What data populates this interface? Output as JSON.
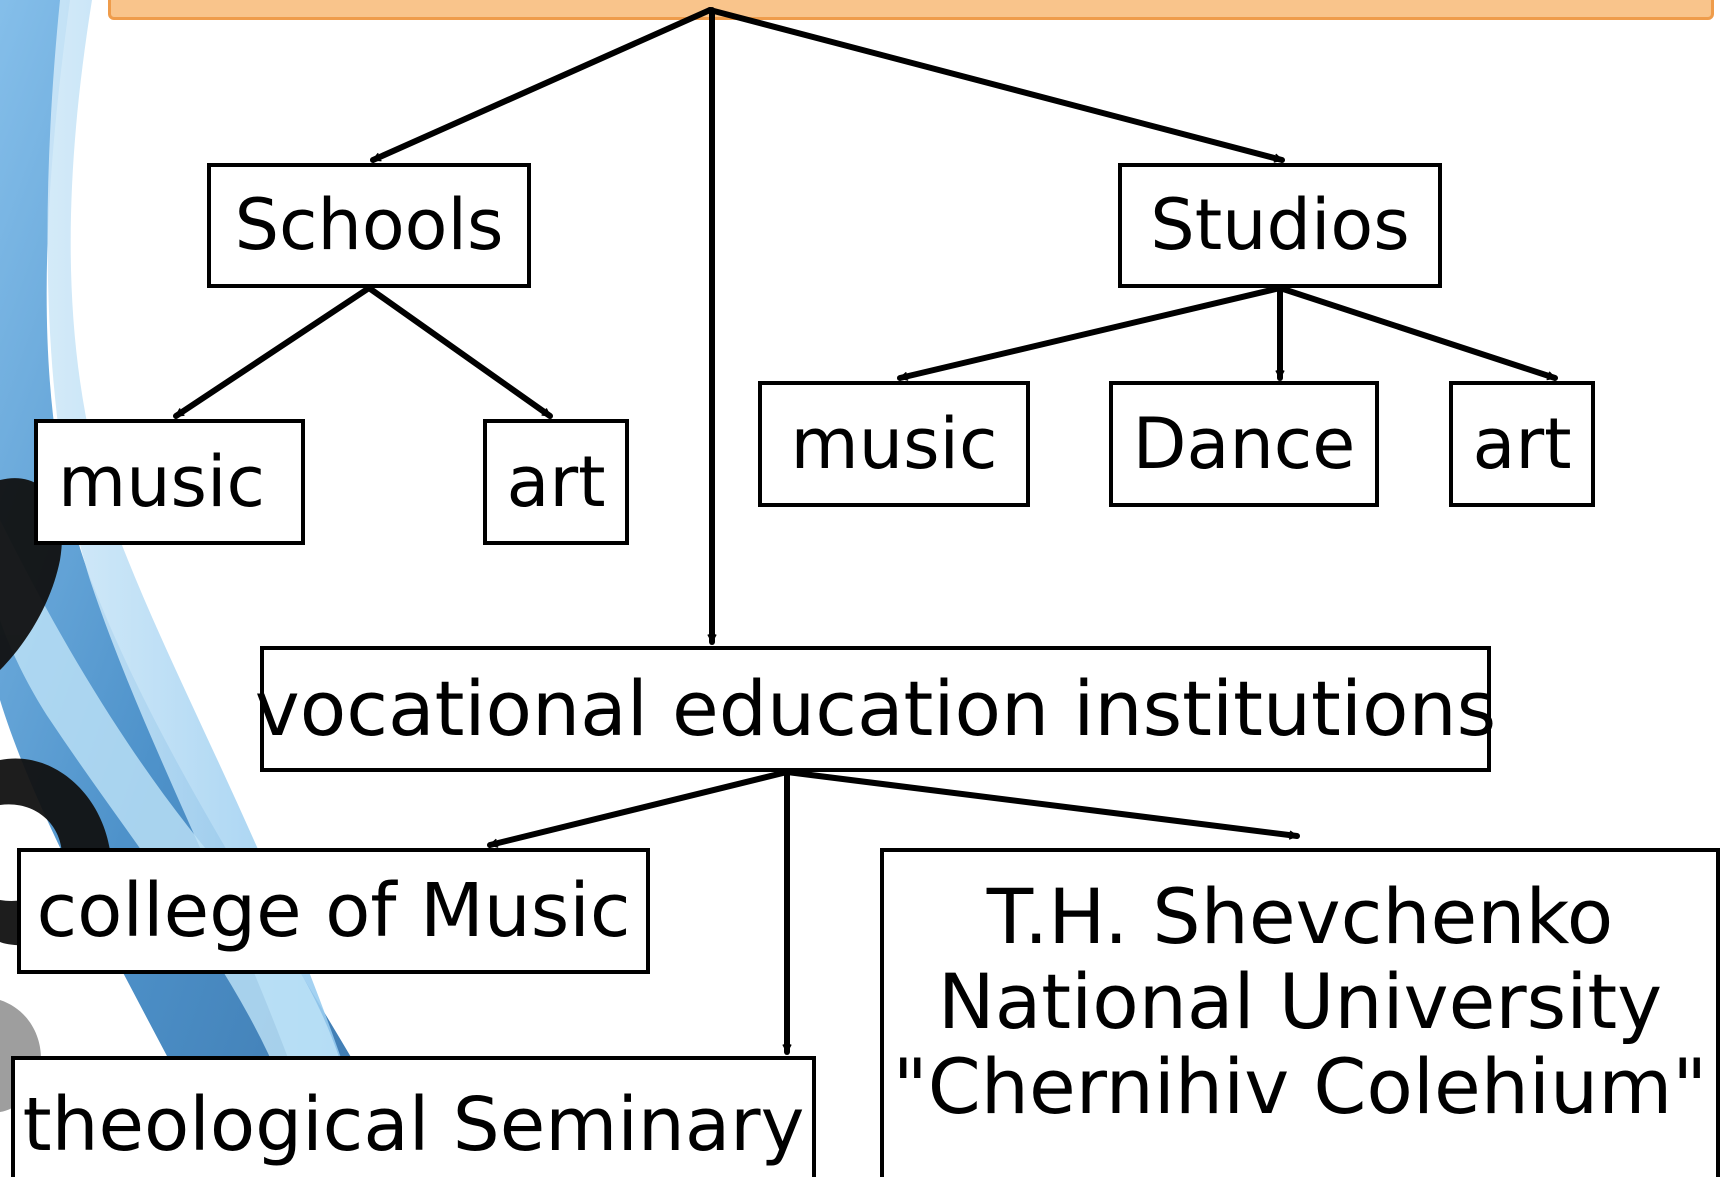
{
  "diagram": {
    "nodes": {
      "schools": "Schools",
      "studios": "Studios",
      "schools_music": "music",
      "schools_art": "art",
      "studios_music": "music",
      "studios_dance": "Dance",
      "studios_art": "art",
      "vocational": "vocational education institutions",
      "college": "college of Music",
      "seminary": "theological Seminary",
      "university": {
        "line1": "T.H. Shevchenko",
        "line2": "National University",
        "line3": "\"Chernihiv Colehium\""
      }
    },
    "edges": [
      [
        "top-banner",
        "schools"
      ],
      [
        "top-banner",
        "studios"
      ],
      [
        "top-banner",
        "vocational"
      ],
      [
        "schools",
        "schools_music"
      ],
      [
        "schools",
        "schools_art"
      ],
      [
        "studios",
        "studios_music"
      ],
      [
        "studios",
        "studios_dance"
      ],
      [
        "studios",
        "studios_art"
      ],
      [
        "vocational",
        "college"
      ],
      [
        "vocational",
        "seminary"
      ],
      [
        "vocational",
        "university"
      ]
    ]
  },
  "colors": {
    "banner_fill": "#f9c48b",
    "banner_border": "#ef9c4b",
    "line": "#000000",
    "ribbon_blue": "#2f7fc1",
    "ribbon_light": "#8cc6ee"
  }
}
